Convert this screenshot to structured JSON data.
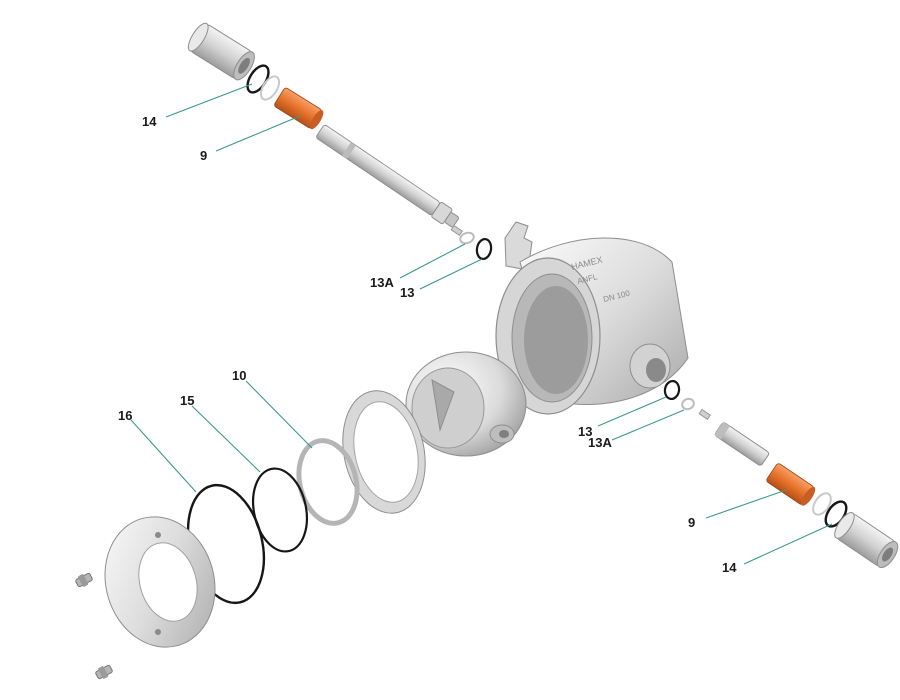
{
  "colors": {
    "metal_light": "#ececec",
    "metal_mid": "#cfcfcf",
    "metal_dark": "#9a9a9a",
    "seat": "#d8d8d8",
    "o_ring": "#161616",
    "bushing": "#e8742a",
    "leader": "#3a9a8a",
    "label": "#1a1a1a"
  },
  "callouts": {
    "c14_top": "14",
    "c9_top": "9",
    "c13a_top": "13A",
    "c13_top": "13",
    "c10": "10",
    "c15": "15",
    "c16": "16",
    "c13_bottom": "13",
    "c13a_bottom": "13A",
    "c9_bottom": "9",
    "c14_bottom": "14"
  },
  "body_marking": {
    "brand": "HAMEX",
    "line2": "ANFL",
    "size": "DN 100"
  }
}
